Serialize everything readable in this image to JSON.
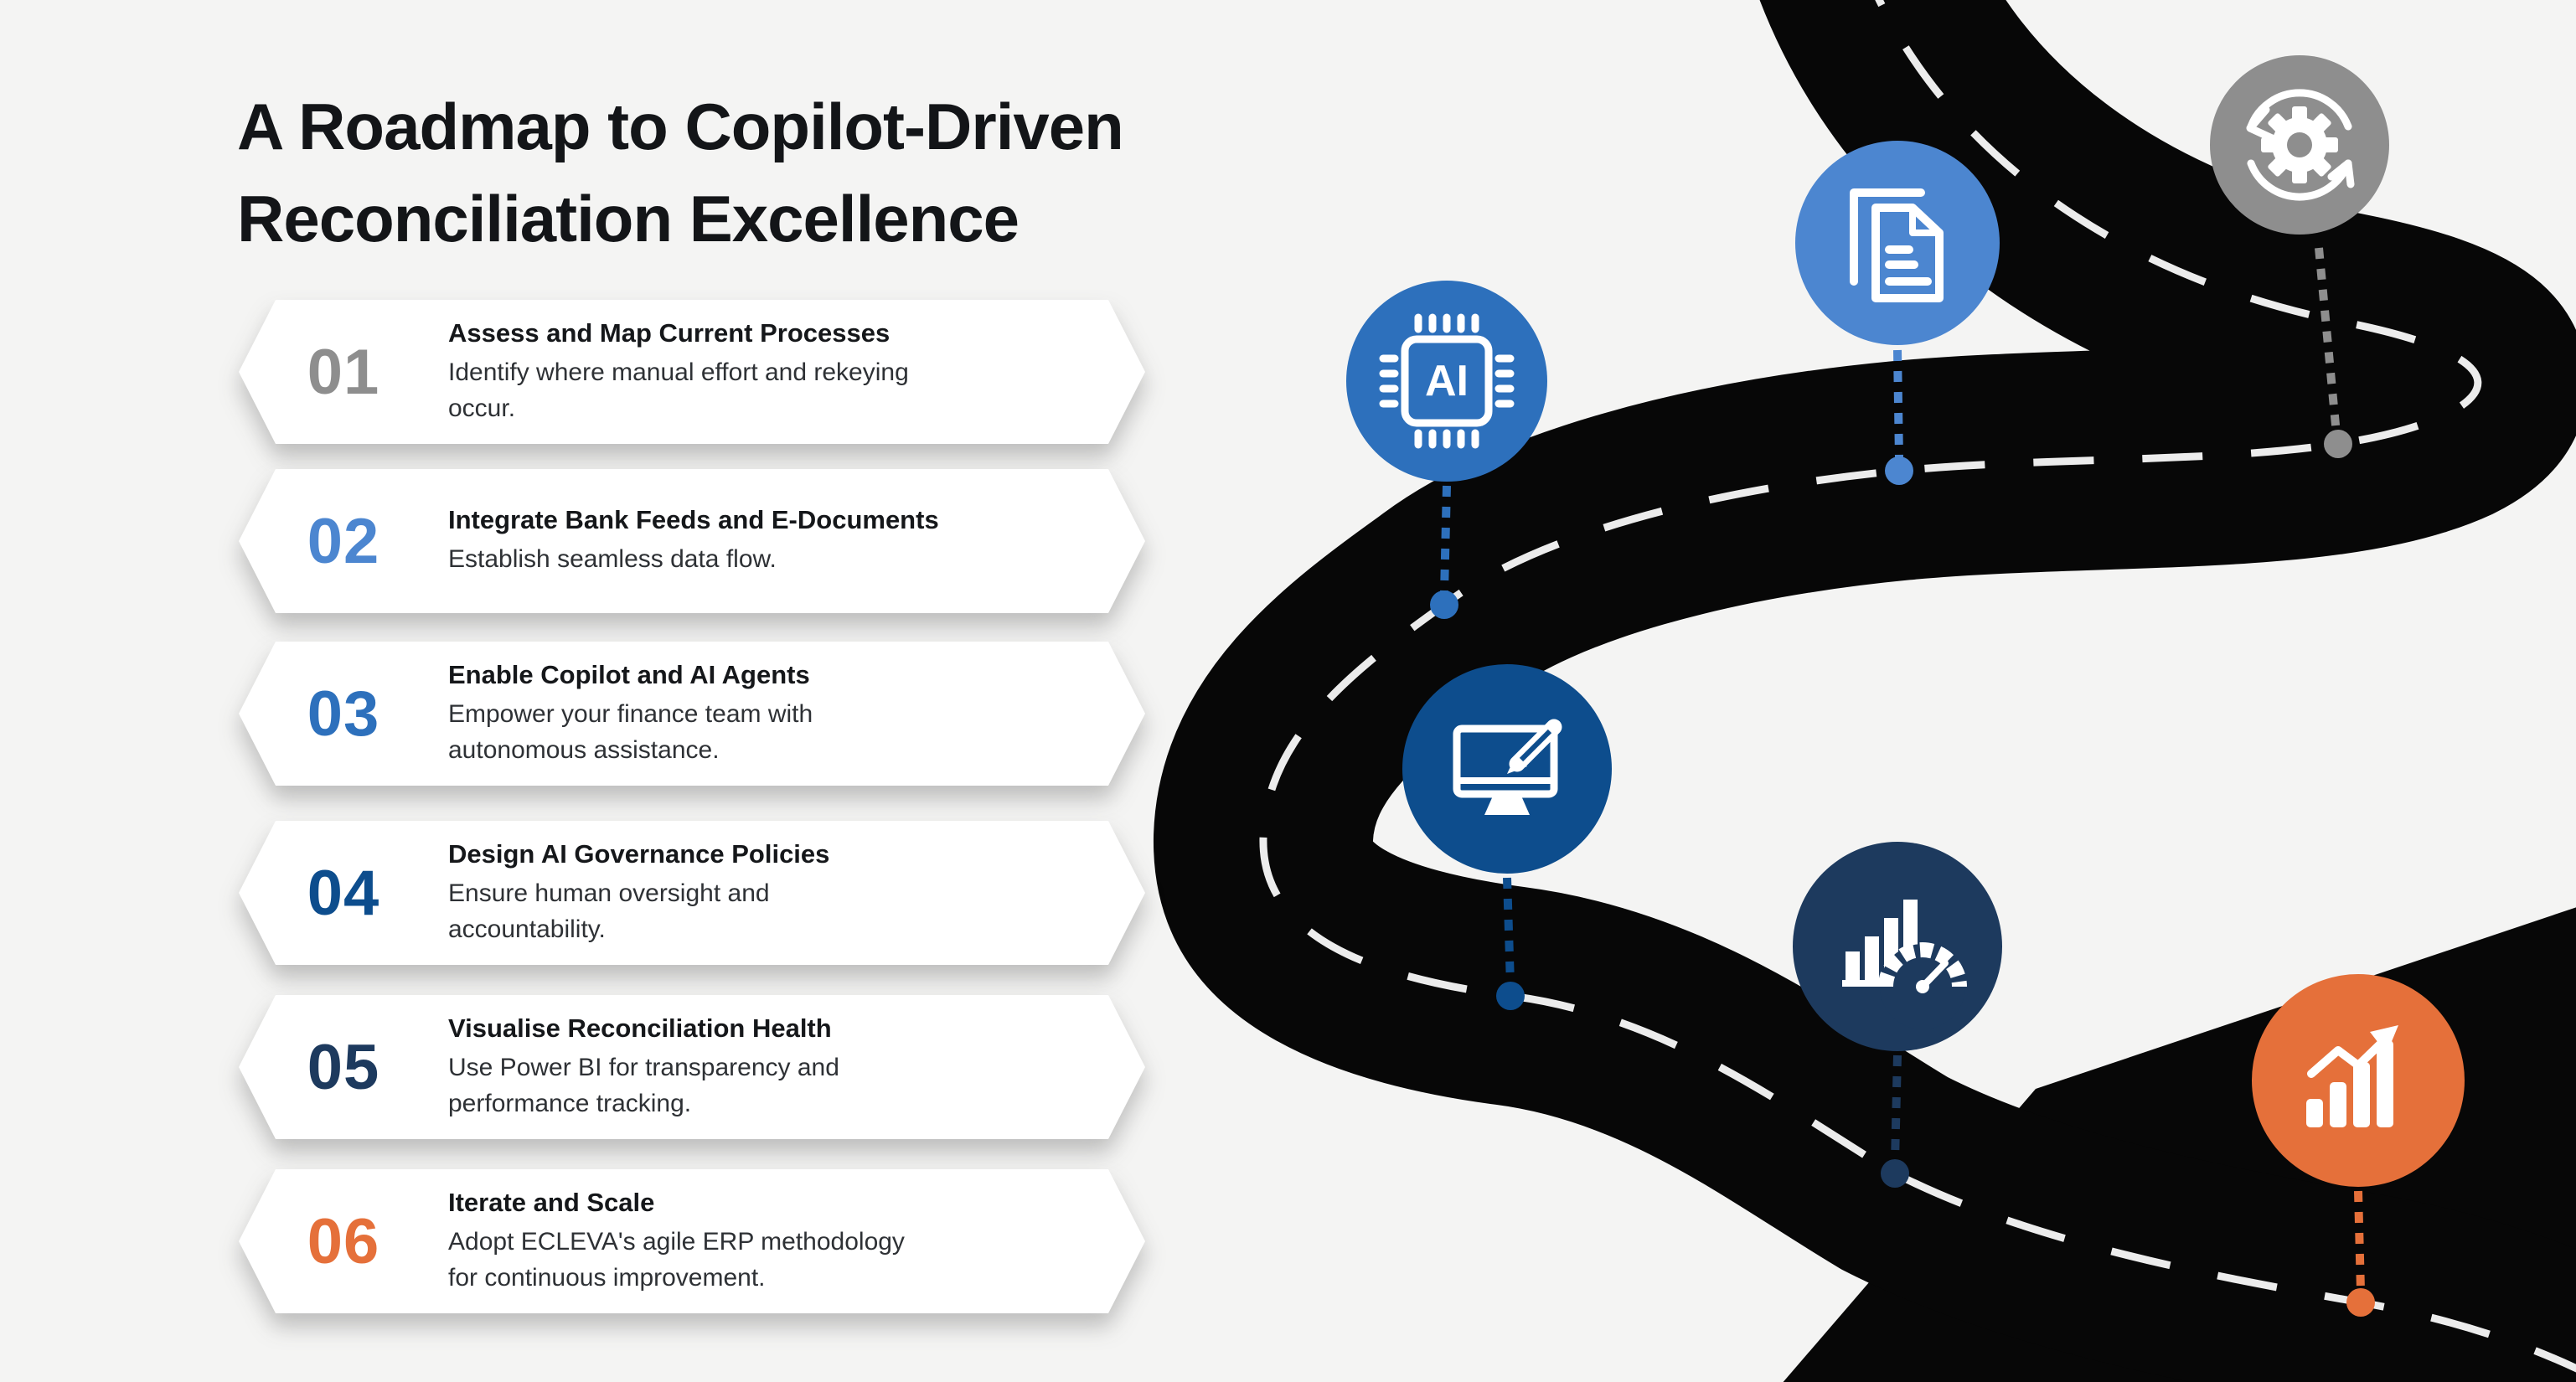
{
  "title": {
    "line1": "A Roadmap to Copilot-Driven",
    "line2": "Reconciliation Excellence"
  },
  "steps": [
    {
      "number": "01",
      "heading": "Assess and Map Current Processes",
      "body_lines": [
        "Identify where manual effort and rekeying",
        "occur."
      ],
      "color": "#8e8e8e",
      "icon": "sync-gear-icon"
    },
    {
      "number": "02",
      "heading": "Integrate Bank Feeds and E-Documents",
      "body_lines": [
        "Establish seamless data flow."
      ],
      "color": "#4c86d0",
      "icon": "documents-icon"
    },
    {
      "number": "03",
      "heading": "Enable Copilot and AI Agents",
      "body_lines": [
        "Empower your finance team with",
        "autonomous assistance."
      ],
      "color": "#2d70bc",
      "icon": "ai-chip-icon",
      "chip_label": "AI"
    },
    {
      "number": "04",
      "heading": "Design AI Governance Policies",
      "body_lines": [
        "Ensure human oversight and",
        "accountability."
      ],
      "color": "#0d4d8d",
      "icon": "monitor-edit-icon"
    },
    {
      "number": "05",
      "heading": "Visualise Reconciliation Health",
      "body_lines": [
        "Use Power BI for transparency and",
        "performance tracking."
      ],
      "color": "#1d3a5e",
      "icon": "gauge-chart-icon"
    },
    {
      "number": "06",
      "heading": "Iterate and Scale",
      "body_lines": [
        "Adopt ECLEVA's agile ERP methodology",
        "for continuous improvement."
      ],
      "color": "#e5703a",
      "icon": "growth-chart-icon"
    }
  ],
  "road": {
    "asphalt_color": "#070707",
    "dash_color": "#ececec",
    "background_color": "#f4f4f3"
  }
}
